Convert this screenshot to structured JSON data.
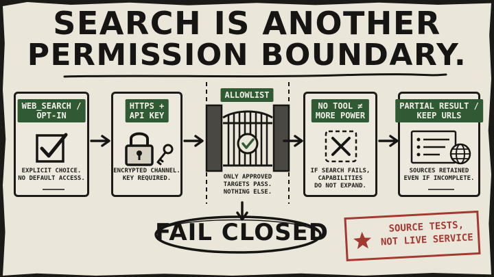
{
  "title": {
    "line1": "SEARCH IS ANOTHER",
    "line2": "PERMISSION BOUNDARY."
  },
  "steps": [
    {
      "label": [
        "WEB_SEARCH /",
        "OPT-IN"
      ],
      "caption": [
        "EXPLICIT CHOICE.",
        "NO DEFAULT ACCESS."
      ],
      "icon": "checkbox-icon"
    },
    {
      "label": [
        "HTTPS +",
        "API KEY"
      ],
      "caption": [
        "ENCRYPTED CHANNEL.",
        "KEY REQUIRED."
      ],
      "icon": "padlock-icon"
    },
    {
      "label": [
        "ALLOWLIST"
      ],
      "caption": [
        "ONLY APPROVED",
        "TARGETS PASS.",
        "NOTHING ELSE."
      ],
      "icon": "gate-icon"
    },
    {
      "label": [
        "NO TOOL ≠",
        "MORE POWER"
      ],
      "caption": [
        "IF SEARCH FAILS,",
        "CAPABILITIES",
        "DO NOT EXPAND."
      ],
      "icon": "x-box-icon"
    },
    {
      "label": [
        "PARTIAL RESULT /",
        "KEEP URLS"
      ],
      "caption": [
        "SOURCES RETAINED",
        "EVEN IF INCOMPLETE."
      ],
      "icon": "document-globe-icon"
    }
  ],
  "fail_state": "FAIL CLOSED",
  "stamp": [
    "SOURCE TESTS,",
    "NOT LIVE SERVICE"
  ],
  "colors": {
    "ink": "#161513",
    "label_bg": "#2f5a34",
    "stamp": "#a23a32",
    "paper": "#ebe6da"
  }
}
